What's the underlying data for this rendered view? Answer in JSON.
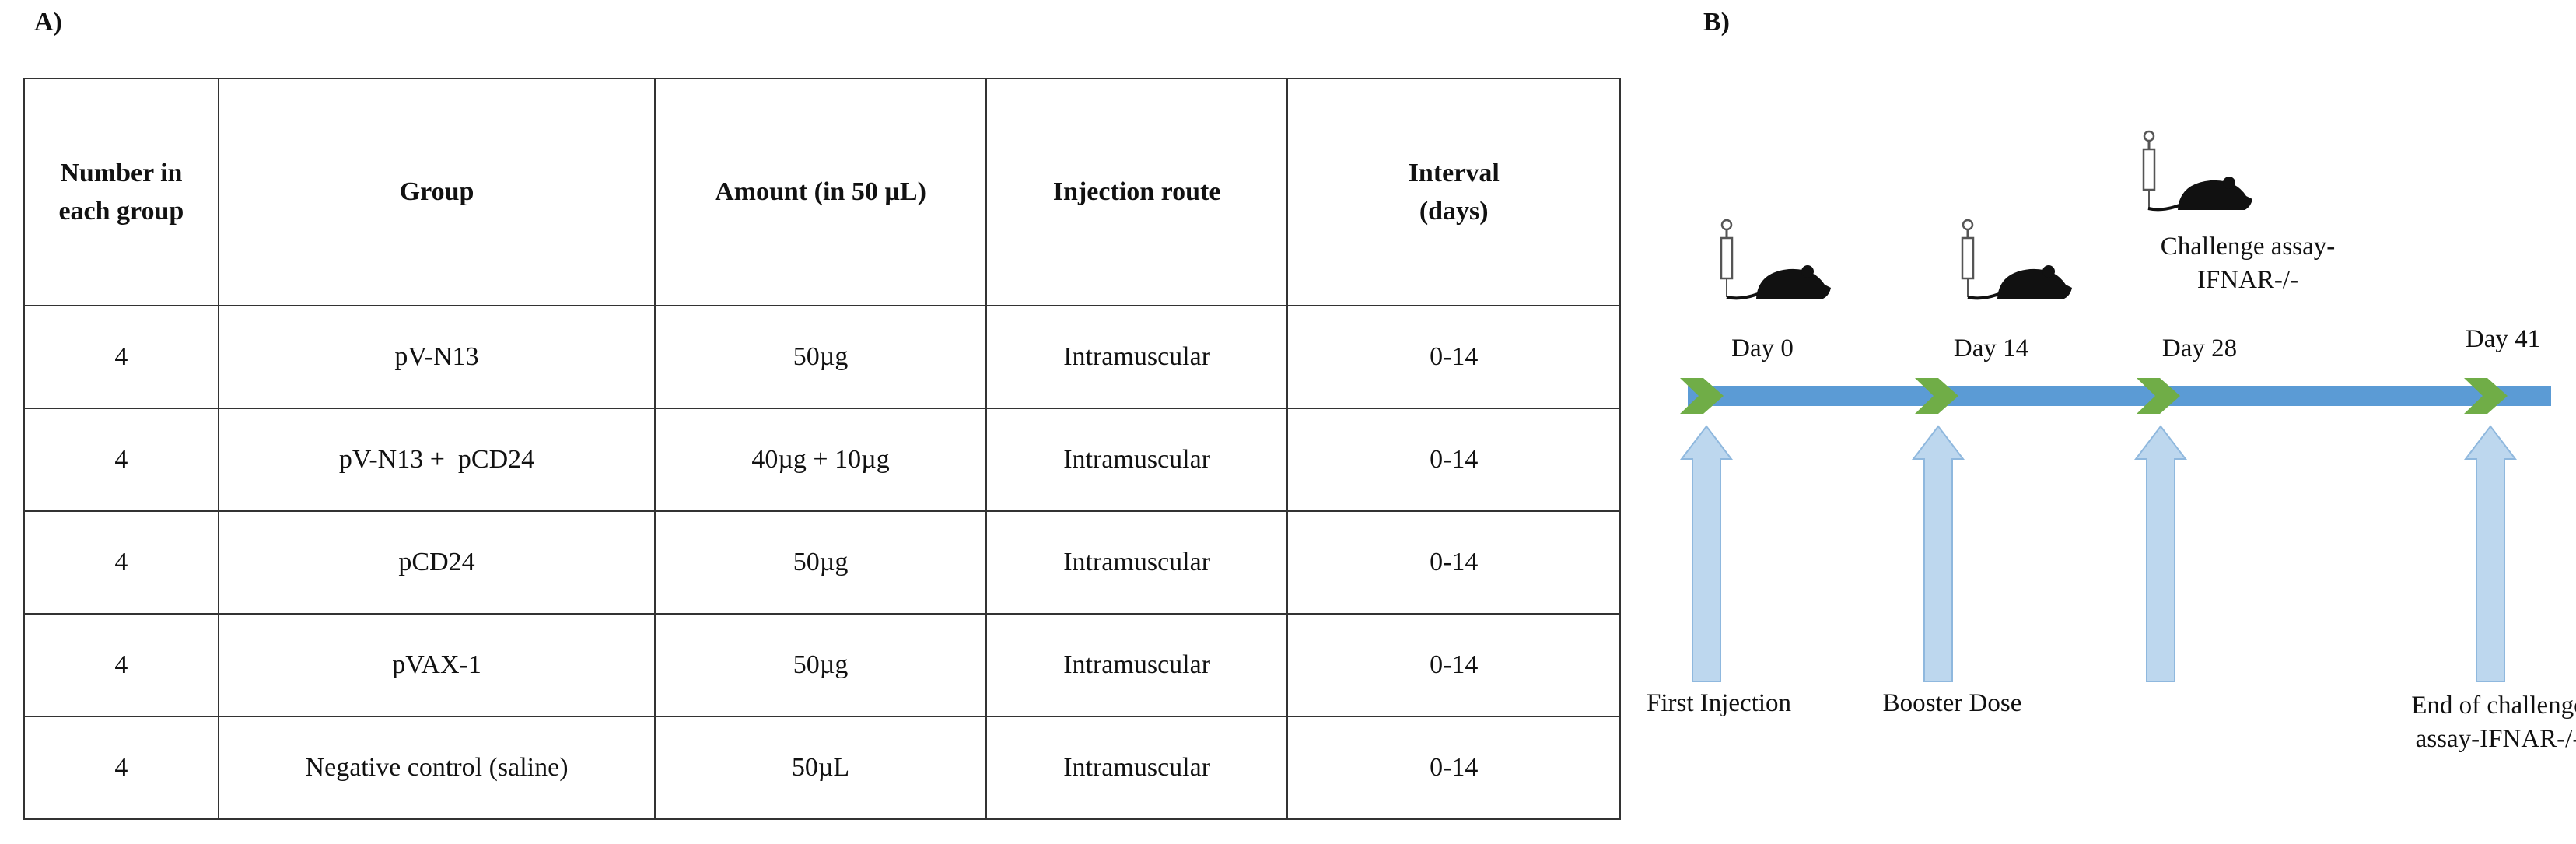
{
  "panel_a": {
    "label": "A)",
    "headers": [
      "Number in each group",
      "Group",
      "Amount (in 50 µL)",
      "Injection route",
      "Interval (days)"
    ],
    "header_lines": [
      [
        "Number in",
        "each group"
      ],
      [
        "Group"
      ],
      [
        "Amount (in 50 µL)"
      ],
      [
        "Injection route"
      ],
      [
        "Interval",
        "(days)"
      ]
    ],
    "rows": [
      [
        "4",
        "pV-N13",
        "50µg",
        "Intramuscular",
        "0-14"
      ],
      [
        "4",
        "pV-N13 +  pCD24",
        "40µg + 10µg",
        "Intramuscular",
        "0-14"
      ],
      [
        "4",
        "pCD24",
        "50µg",
        "Intramuscular",
        "0-14"
      ],
      [
        "4",
        "pVAX-1",
        "50µg",
        "Intramuscular",
        "0-14"
      ],
      [
        "4",
        "Negative control (saline)",
        "50µL",
        "Intramuscular",
        "0-14"
      ]
    ]
  },
  "panel_b": {
    "label": "B)",
    "days": [
      "Day 0",
      "Day 14",
      "Day 28",
      "Day 41"
    ],
    "challenge_label": [
      "Challenge assay-",
      "IFNAR-/-"
    ],
    "events": {
      "first_injection": "First Injection",
      "booster_dose": "Booster Dose",
      "end_of_challenge": [
        "End of challenge",
        "assay-IFNAR-/-"
      ]
    },
    "colors": {
      "timeline_bar": "#5b9bd5",
      "chevron": "#70ad47",
      "arrow_fill": "#bdd7ee",
      "arrow_stroke": "#8fb8de",
      "mouse": "#111111"
    },
    "icons": [
      "syringe-icon",
      "mouse-icon"
    ]
  }
}
